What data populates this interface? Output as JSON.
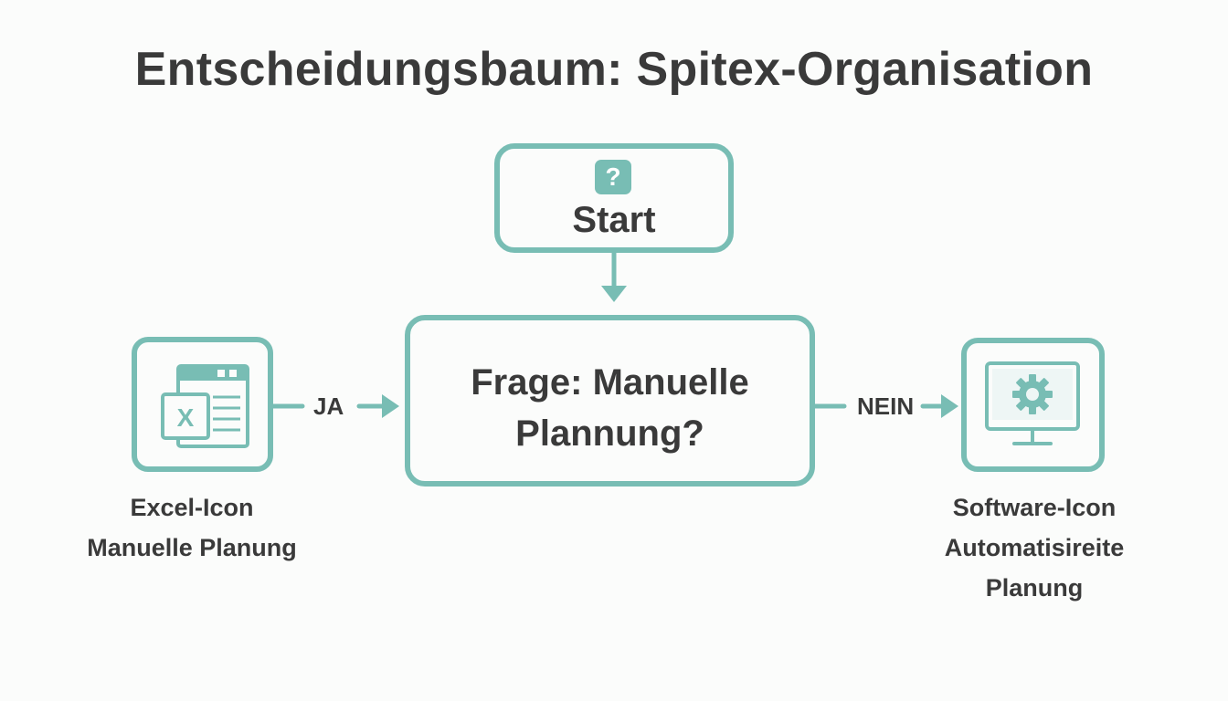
{
  "title": "Entscheidungsbaum: Spitex-Organisation",
  "colors": {
    "accent": "#78bdb4",
    "text": "#3a3a3a",
    "background": "#fbfcfb"
  },
  "start": {
    "icon": "question-mark-icon",
    "badge": "?",
    "label": "Start"
  },
  "question": {
    "line1": "Frage: Manuelle",
    "line2": "Plannung?"
  },
  "left_branch": {
    "edge_label": "JA",
    "icon": "excel-icon",
    "excel_letter": "X",
    "caption_line1": "Excel-Icon",
    "caption_line2": "Manuelle Planung"
  },
  "right_branch": {
    "edge_label": "NEIN",
    "icon": "software-monitor-gear-icon",
    "caption_line1": "Software-Icon",
    "caption_line2": "Automatisireite",
    "caption_line3": "Planung"
  }
}
